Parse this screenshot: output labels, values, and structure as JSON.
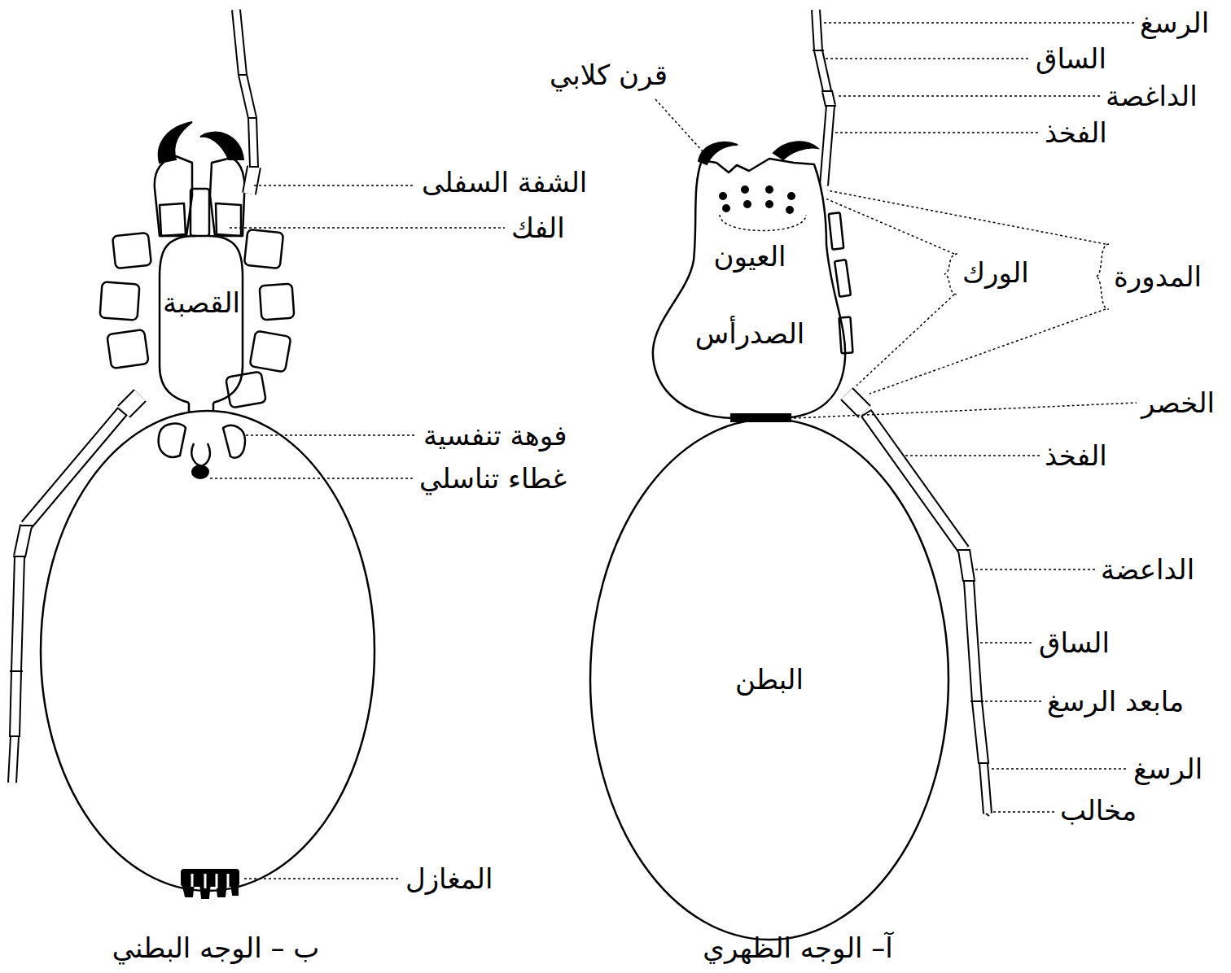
{
  "diagram": {
    "nodes": [
      {
        "text": [
          "العيون",
          "الصدرأس"
        ]
      },
      {
        "text": [
          "البطن"
        ]
      },
      {
        "text": [
          "القصبة"
        ]
      }
    ],
    "labels": [
      "قرن كلابي",
      "الرسغ",
      "الساق",
      "الداغصة",
      "الفخذ",
      "الورك",
      "المدورة",
      "الخصر",
      "الفخذ",
      "الداعضة",
      "الساق",
      "مابعد الرسغ",
      "الرسغ",
      "مخالب",
      "آ– الوجه الظهري",
      "الشفة السفلى",
      "الفك",
      "فوهة تنفسية",
      "غطاء تناسلي",
      "المغازل",
      "ب – الوجه البطني"
    ]
  }
}
